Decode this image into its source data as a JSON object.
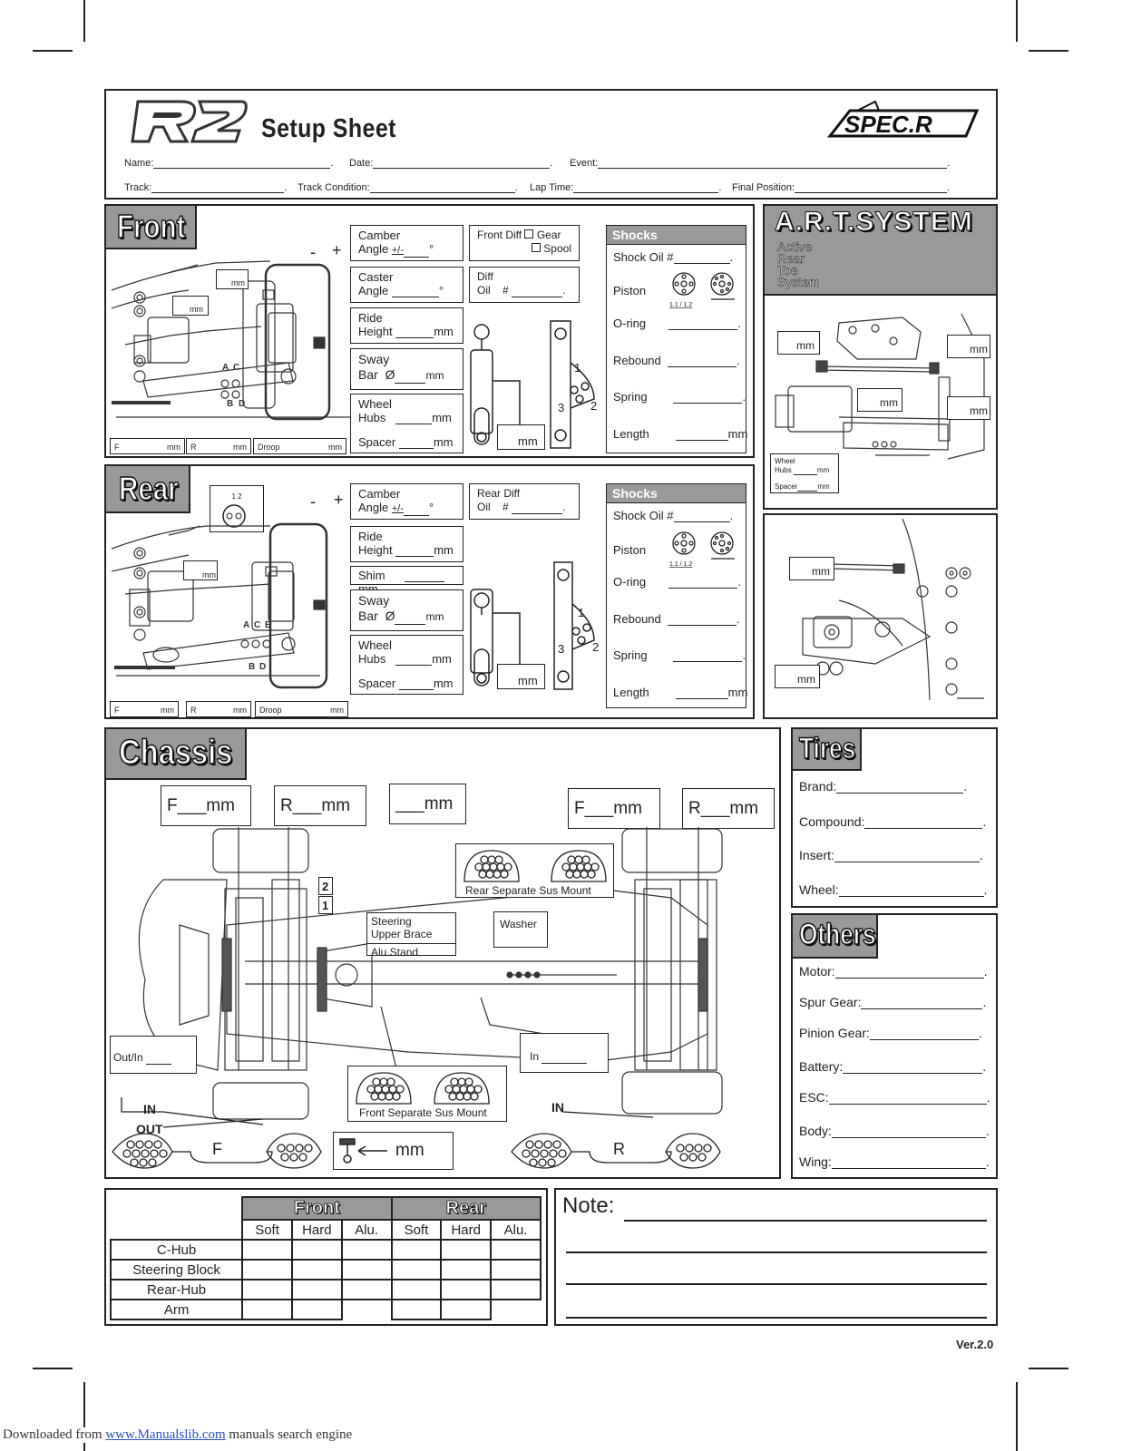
{
  "header": {
    "logo_text": "R2",
    "title": "Setup Sheet",
    "brand_logo_text": "SPEC.R",
    "fields_row1": [
      "Name:",
      "Date:",
      "Event:"
    ],
    "fields_row2": [
      "Track:",
      "Track Condition:",
      "Lap Time:",
      "Final Position:"
    ]
  },
  "front": {
    "title": "Front",
    "minus": "-",
    "plus": "+",
    "camber_label1": "Camber",
    "camber_label2": "Angle",
    "camber_unit": "+/-",
    "caster_label1": "Caster",
    "caster_label2": "Angle",
    "ride_label1": "Ride",
    "ride_label2": "Height",
    "sway_label1": "Sway",
    "sway_label2": "Bar",
    "sway_sym": "Ø",
    "wheel_label1": "Wheel",
    "wheel_label2": "Hubs",
    "spacer_label": "Spacer",
    "diff_label": "Front Diff",
    "diff_opt1": "Gear",
    "diff_opt2": "Spool",
    "diff_oil1": "Diff",
    "diff_oil2": "Oil",
    "hash": "#",
    "mm": "mm",
    "holes": [
      "A",
      "C",
      "B",
      "D"
    ],
    "bottom_f": "F",
    "bottom_r": "R",
    "bottom_droop": "Droop",
    "link_nums": [
      "1",
      "2",
      "3"
    ]
  },
  "shocks_front": {
    "title": "Shocks",
    "rows": [
      "Shock Oil",
      "Piston",
      "O-ring",
      "Rebound",
      "Spring",
      "Length"
    ],
    "oil_hash": "#",
    "piston_caption": "1.1 / 1.2",
    "length_unit": "mm"
  },
  "art": {
    "title": "A.R.T.SYSTEM",
    "sub": [
      "Active",
      "Rear",
      "Toe",
      "System"
    ],
    "mm": "mm",
    "wheel_hubs1": "Wheel",
    "wheel_hubs2": "Hubs",
    "spacer": "Spacer"
  },
  "rear": {
    "title": "Rear",
    "minus": "-",
    "plus": "+",
    "camber_label1": "Camber",
    "camber_label2": "Angle",
    "camber_unit": "+/-",
    "ride_label1": "Ride",
    "ride_label2": "Height",
    "shim_label": "Shim",
    "sway_label1": "Sway",
    "sway_label2": "Bar",
    "sway_sym": "Ø",
    "wheel_label1": "Wheel",
    "wheel_label2": "Hubs",
    "spacer_label": "Spacer",
    "diff_label1": "Rear Diff",
    "diff_label2": "Oil",
    "hash": "#",
    "mm": "mm",
    "holes": [
      "A",
      "C",
      "E",
      "B",
      "D"
    ],
    "bottom_f": "F",
    "bottom_r": "R",
    "bottom_droop": "Droop",
    "link_nums": [
      "1",
      "2",
      "3"
    ],
    "insert_nums": "1  2"
  },
  "shocks_rear": {
    "title": "Shocks",
    "rows": [
      "Shock Oil",
      "Piston",
      "O-ring",
      "Rebound",
      "Spring",
      "Length"
    ],
    "oil_hash": "#",
    "piston_caption": "1.1 / 1.2",
    "length_unit": "mm"
  },
  "chassis": {
    "title": "Chassis",
    "f_mm": "F___mm",
    "r_mm": "R___mm",
    "mid_mm": "___mm",
    "f_mm2": "F___mm",
    "r_mm2": "R___mm",
    "rear_sus_mount": "Rear Separate Sus Mount",
    "front_sus_mount": "Front Separate Sus Mount",
    "steering1": "Steering",
    "steering2": "Upper Brace",
    "alu_stand": "Alu.Stand",
    "washer": "Washer",
    "out_in": "Out/In",
    "in_label": "In",
    "IN": "IN",
    "OUT": "OUT",
    "F": "F",
    "R": "R",
    "mm": "mm",
    "num2": "2",
    "num1": "1"
  },
  "tires": {
    "title": "Tires",
    "rows": [
      "Brand:",
      "Compound:",
      "Insert:",
      "Wheel:"
    ]
  },
  "others": {
    "title": "Others",
    "rows": [
      "Motor:",
      "Spur Gear:",
      "Pinion Gear:",
      "Battery:",
      "ESC:",
      "Body:",
      "Wing:"
    ]
  },
  "hardness": {
    "front": "Front",
    "rear": "Rear",
    "cols": [
      "Soft",
      "Hard",
      "Alu.",
      "Soft",
      "Hard",
      "Alu."
    ],
    "rows": [
      "C-Hub",
      "Steering Block",
      "Rear-Hub",
      "Arm"
    ]
  },
  "note": {
    "label": "Note:"
  },
  "version": "Ver.2.0",
  "footer": {
    "prefix": "Downloaded from ",
    "link": "www.Manualslib.com",
    "suffix": " manuals search engine"
  }
}
